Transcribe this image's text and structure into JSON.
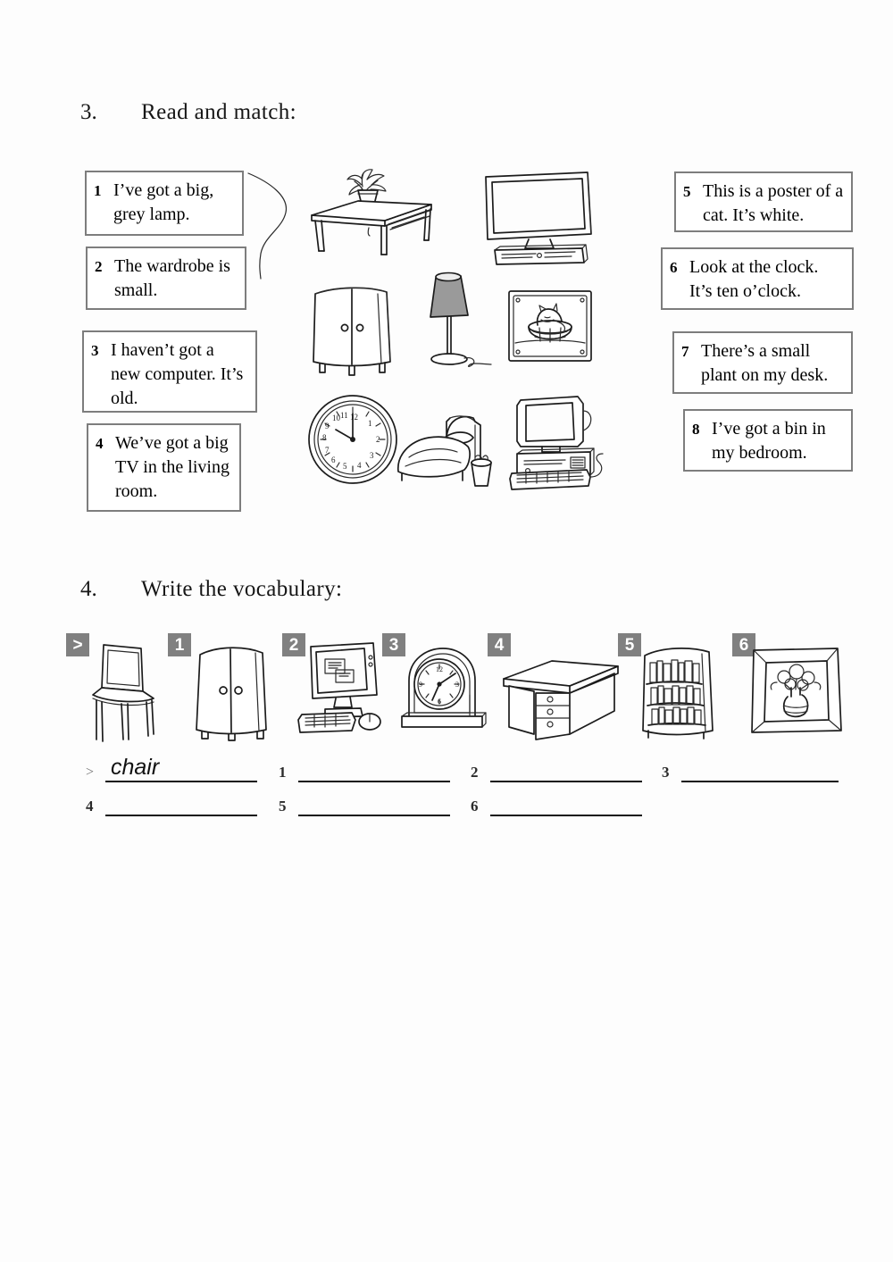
{
  "worksheet": {
    "exercises": [
      {
        "number": "3.",
        "title": "Read and match:"
      },
      {
        "number": "4.",
        "title": "Write the vocabulary:"
      }
    ]
  },
  "match": {
    "left_items": [
      {
        "n": "1",
        "text": "I’ve got a big, grey lamp."
      },
      {
        "n": "2",
        "text": "The wardrobe is small."
      },
      {
        "n": "3",
        "text": "I haven’t got a new computer. It’s old."
      },
      {
        "n": "4",
        "text": "We’ve got a big TV in the living room."
      }
    ],
    "right_items": [
      {
        "n": "5",
        "text": "This is a poster of a cat. It’s white."
      },
      {
        "n": "6",
        "text": "Look at the clock. It’s ten o’clock."
      },
      {
        "n": "7",
        "text": "There’s a small plant on my desk."
      },
      {
        "n": "8",
        "text": "I’ve got a bin in my bedroom."
      }
    ],
    "pictures": [
      {
        "name": "coffee-table-with-plant"
      },
      {
        "name": "television"
      },
      {
        "name": "wardrobe"
      },
      {
        "name": "floor-lamp"
      },
      {
        "name": "poster-of-cat-in-basket"
      },
      {
        "name": "wall-clock"
      },
      {
        "name": "bed-with-bin"
      },
      {
        "name": "old-computer"
      }
    ]
  },
  "vocabulary": {
    "items": [
      {
        "badge": ">",
        "picture": "chair"
      },
      {
        "badge": "1",
        "picture": "wardrobe"
      },
      {
        "badge": "2",
        "picture": "computer"
      },
      {
        "badge": "3",
        "picture": "clock"
      },
      {
        "badge": "4",
        "picture": "desk"
      },
      {
        "badge": "5",
        "picture": "bookcase"
      },
      {
        "badge": "6",
        "picture": "painting"
      }
    ],
    "answers": [
      {
        "no": ">",
        "value": "chair",
        "example": true
      },
      {
        "no": "1",
        "value": "",
        "example": false
      },
      {
        "no": "2",
        "value": "",
        "example": false
      },
      {
        "no": "3",
        "value": "",
        "example": false
      },
      {
        "no": "4",
        "value": "",
        "example": false
      },
      {
        "no": "5",
        "value": "",
        "example": false
      },
      {
        "no": "6",
        "value": "",
        "example": false
      }
    ]
  },
  "colors": {
    "box_border": "#7d7d7d",
    "badge_bg": "#808080",
    "ink": "#1c1c1c",
    "page_bg": "#fdfdfd"
  }
}
